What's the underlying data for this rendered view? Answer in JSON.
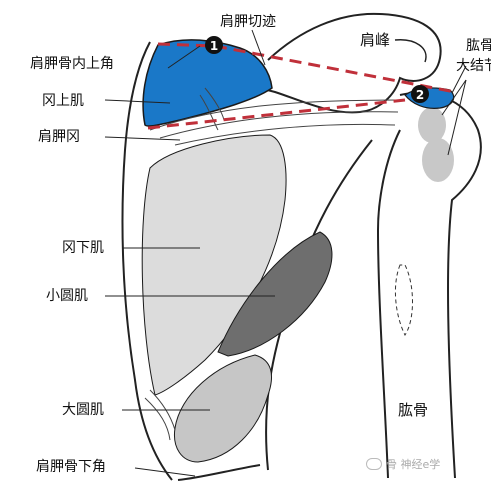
{
  "labels": {
    "suprascapular_notch": "肩胛切迹",
    "acromion": "肩峰",
    "superior_angle": "肩胛骨内上角",
    "humerus_tubercle_1": "肱骨",
    "humerus_tubercle_2": "大结节",
    "supraspinatus": "冈上肌",
    "scapular_spine": "肩胛冈",
    "infraspinatus": "冈下肌",
    "teres_minor": "小圆肌",
    "teres_major": "大圆肌",
    "humerus": "肱骨",
    "inferior_angle": "肩胛骨下角"
  },
  "markers": {
    "one": "1",
    "two": "2"
  },
  "watermark": "骨 神经e学",
  "colors": {
    "supraspinatus": "#1a78c8",
    "infraspinatus": "#dcdcdc",
    "teres_minor": "#6e6e6e",
    "teres_major": "#c6c6c6",
    "outline": "#222222",
    "dashed": "#c0303a"
  }
}
